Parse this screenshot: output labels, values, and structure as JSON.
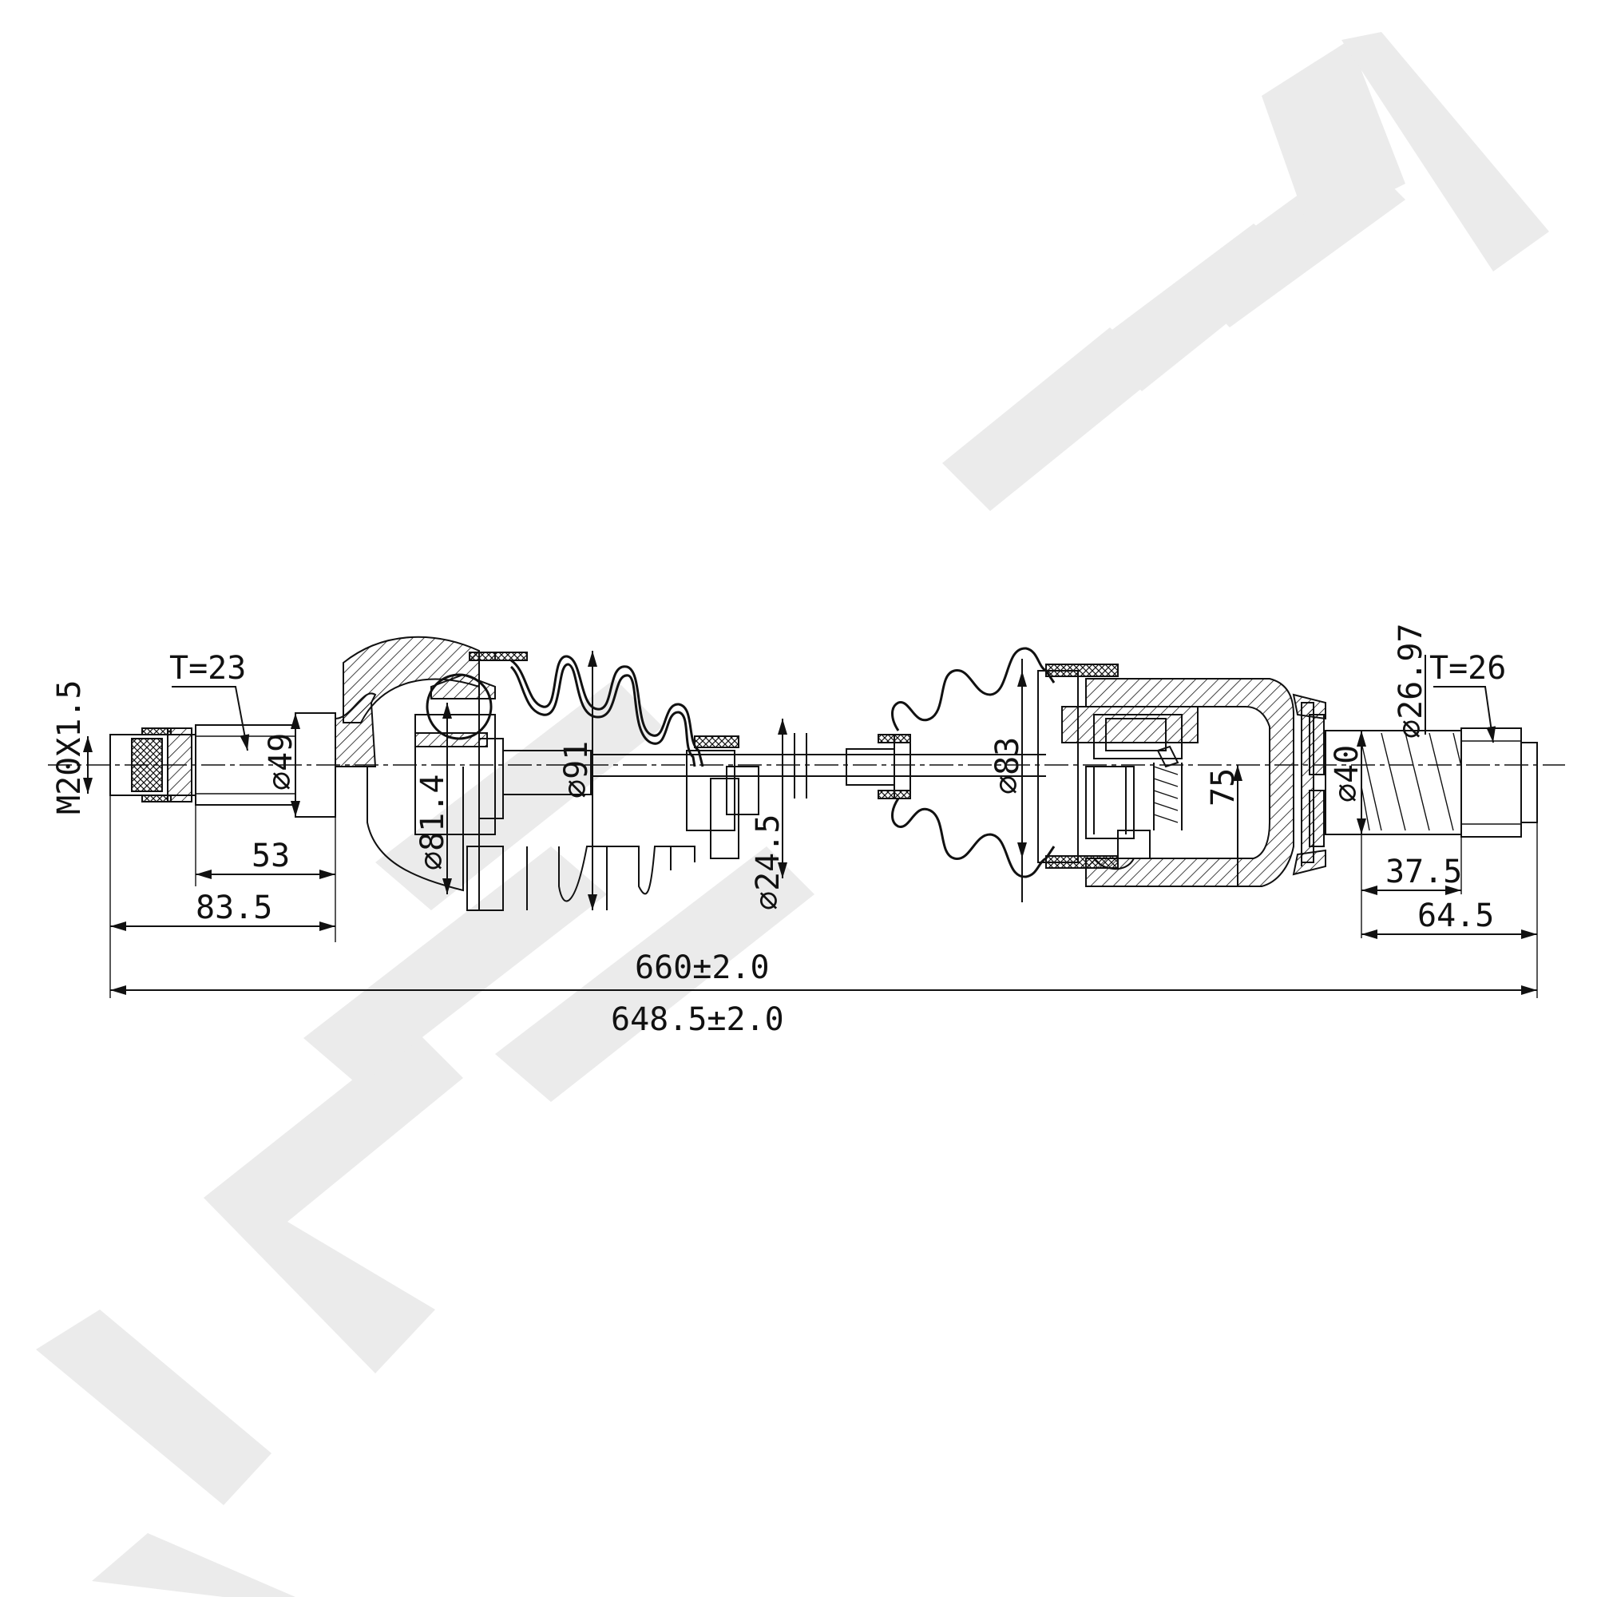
{
  "watermark": {
    "text": "ZENNEK",
    "color": "#ebebeb"
  },
  "colors": {
    "line": "#111111",
    "background": "#ffffff"
  },
  "dimensions": {
    "thread": "M20X1.5",
    "left_spline_teeth": "T=23",
    "d_49": "⌀49",
    "len_53": "53",
    "len_83_5": "83.5",
    "d_81_4": "⌀81.4",
    "d_91": "⌀91",
    "d_24_5": "⌀24.5",
    "d_83": "⌀83",
    "d_75": "75",
    "d_40": "⌀40",
    "d_26_97": "⌀26.97",
    "right_spline_teeth": "T=26",
    "len_37_5": "37.5",
    "len_64_5": "64.5",
    "total_660": "660±2.0",
    "total_648_5": "648.5±2.0"
  }
}
